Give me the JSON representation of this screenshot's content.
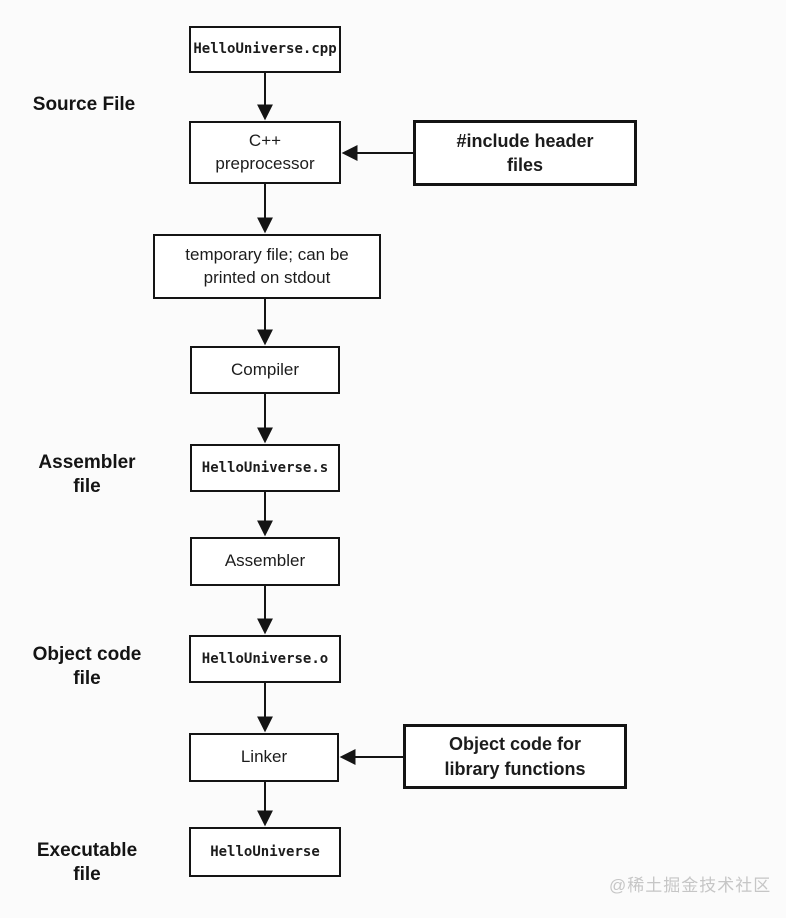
{
  "diagram": {
    "title": "C++ compilation pipeline flowchart",
    "nodes": {
      "cpp_file": "HelloUniverse.cpp",
      "preprocessor": "C++\npreprocessor",
      "include_header": "#include header\nfiles",
      "temp_file": "temporary file; can be\nprinted on stdout",
      "compiler": "Compiler",
      "assembler_file": "HelloUniverse.s",
      "assembler": "Assembler",
      "object_file": "HelloUniverse.o",
      "linker": "Linker",
      "lib_object": "Object code for\nlibrary functions",
      "executable_file": "HelloUniverse"
    },
    "side_labels": {
      "source": "Source File",
      "assembler": "Assembler\nfile",
      "object": "Object code\nfile",
      "executable": "Executable\nfile"
    },
    "colors": {
      "line": "#141414",
      "box_background": "#ffffff",
      "page_background": "#fbfbfb",
      "watermark": "#c6c6c6"
    },
    "watermark": "@稀土掘金技术社区"
  }
}
